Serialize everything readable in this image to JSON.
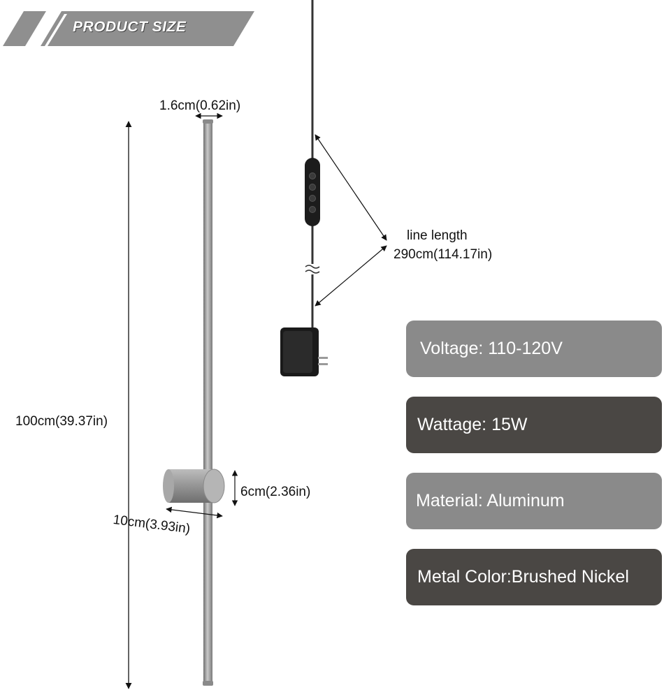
{
  "banner": {
    "title": "PRODUCT SIZE"
  },
  "dimensions": {
    "tube_width": "1.6cm(0.62in)",
    "total_height": "100cm(39.37in)",
    "base_height": "6cm(2.36in)",
    "base_depth": "10cm(3.93in)",
    "line_length_label": "line length",
    "line_length_value": "290cm(114.17in)"
  },
  "specs": [
    {
      "text": "Voltage: 110-120V"
    },
    {
      "text": "Wattage: 15W"
    },
    {
      "text": "Material: Aluminum"
    },
    {
      "text": "Metal Color:Brushed Nickel"
    }
  ],
  "colors": {
    "banner_gray": "#8f8f8f",
    "spec_light": "#8a8a8a",
    "spec_dark": "#4a4744",
    "nickel": "#9a9a9a",
    "cord": "#2a2a2a"
  }
}
